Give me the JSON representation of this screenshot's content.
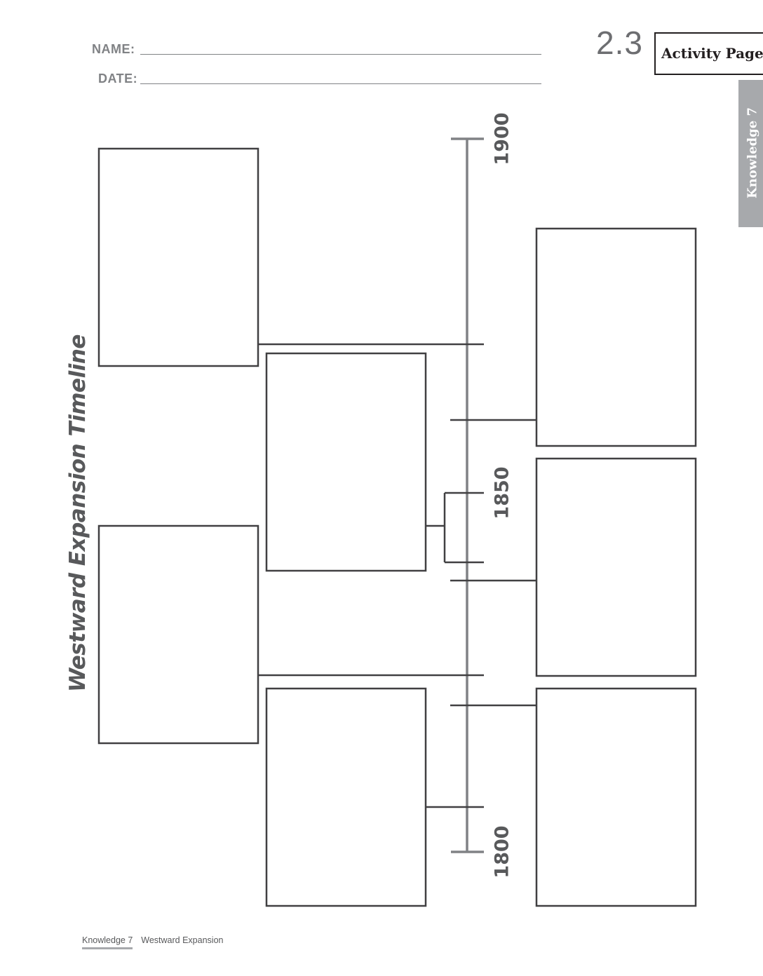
{
  "header": {
    "name_label": "NAME:",
    "date_label": "DATE:",
    "activity_number": "2.3",
    "activity_label": "Activity Page"
  },
  "side_tab": {
    "label": "Knowledge 7"
  },
  "title": "Westward Expansion Timeline",
  "timeline": {
    "years": [
      "1900",
      "1850",
      "1800"
    ],
    "axis_color": "#808285",
    "box_color": "#414042"
  },
  "footer": {
    "left": "Knowledge 7",
    "right": "Westward Expansion"
  }
}
